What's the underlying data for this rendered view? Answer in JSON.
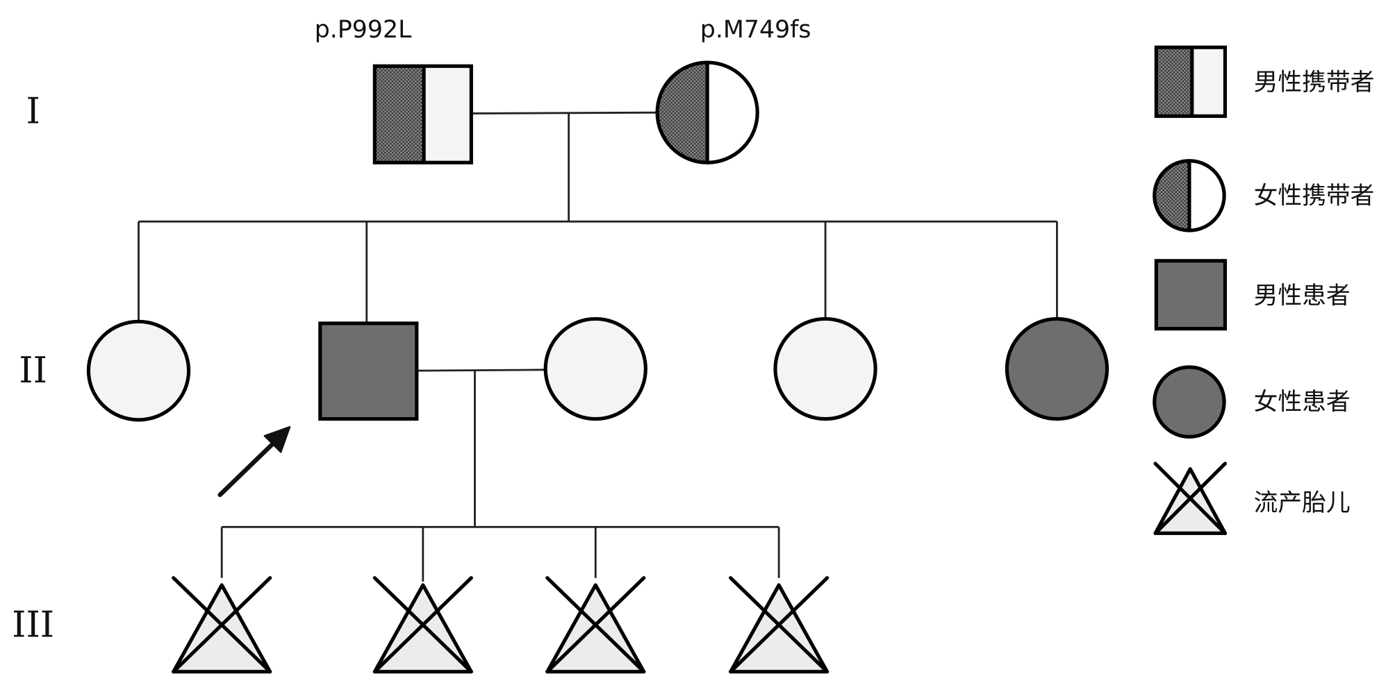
{
  "title": "Pedigree",
  "generations": [
    "I",
    "II",
    "III"
  ],
  "colors": {
    "affected": "#6e6e6e",
    "carrier_hatch": "#5a5a5a",
    "unaffected": "#f4f4f4",
    "miscarriage_fill": "#ececec",
    "stroke": "#000000"
  },
  "individuals": {
    "I": [
      {
        "id": "I-1",
        "sex": "male",
        "status": "carrier",
        "variant": "p.P992L"
      },
      {
        "id": "I-2",
        "sex": "female",
        "status": "carrier",
        "variant": "p.M749fs"
      }
    ],
    "II": [
      {
        "id": "II-1",
        "sex": "female",
        "status": "unaffected"
      },
      {
        "id": "II-2",
        "sex": "male",
        "status": "affected",
        "proband": true
      },
      {
        "id": "II-3",
        "sex": "female",
        "status": "unaffected",
        "spouse_of": "II-2"
      },
      {
        "id": "II-4",
        "sex": "female",
        "status": "unaffected"
      },
      {
        "id": "II-5",
        "sex": "female",
        "status": "affected"
      }
    ],
    "III": [
      {
        "id": "III-1",
        "status": "miscarriage"
      },
      {
        "id": "III-2",
        "status": "miscarriage"
      },
      {
        "id": "III-3",
        "status": "miscarriage"
      },
      {
        "id": "III-4",
        "status": "miscarriage"
      }
    ]
  },
  "legend": [
    {
      "key": "male_carrier",
      "label": "男性携带者"
    },
    {
      "key": "female_carrier",
      "label": "女性携带者"
    },
    {
      "key": "male_affected",
      "label": "男性患者"
    },
    {
      "key": "female_affected",
      "label": "女性患者"
    },
    {
      "key": "miscarriage",
      "label": "流产胎儿"
    }
  ]
}
